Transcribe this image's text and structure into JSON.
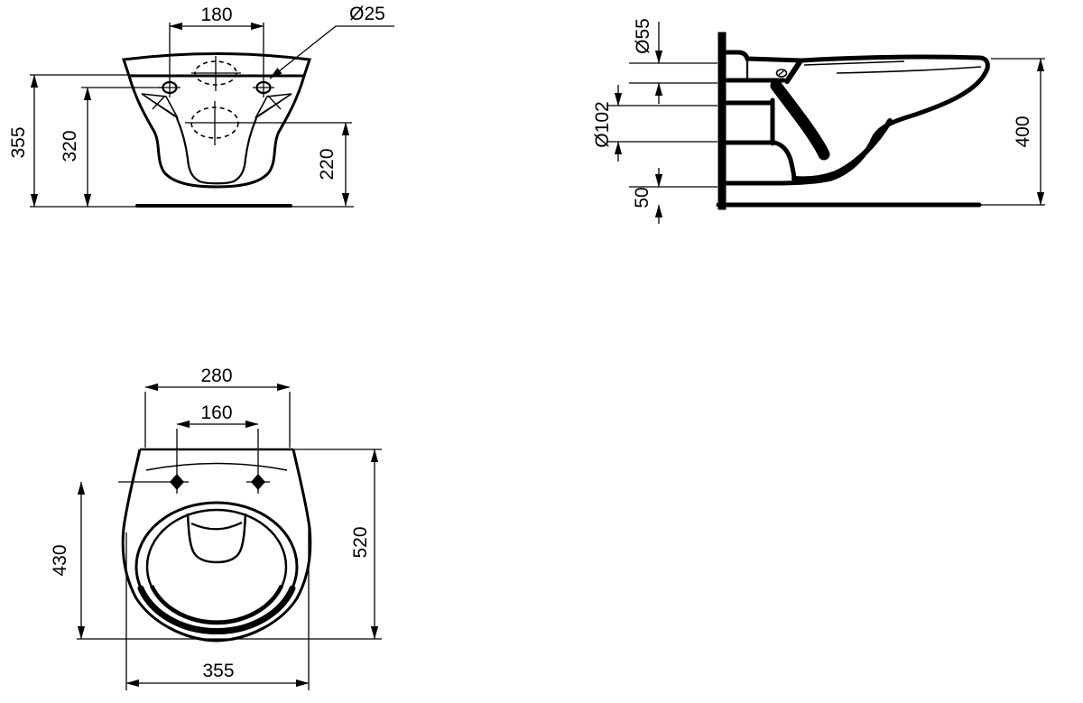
{
  "drawing": {
    "background": "#ffffff",
    "line_color": "#000000",
    "views": {
      "front": {
        "dims": {
          "hole_spacing": "180",
          "hole_diameter": "Ø25",
          "total_height": "355",
          "hole_height": "320",
          "outlet_height": "220"
        }
      },
      "side": {
        "dims": {
          "inlet_diameter": "Ø55",
          "outlet_diameter": "Ø102",
          "bottom_clearance": "50",
          "height": "400"
        }
      },
      "top": {
        "dims": {
          "rear_width": "280",
          "fixing_hole_spacing": "160",
          "hole_to_front": "430",
          "total_depth": "520",
          "bowl_width": "355"
        }
      }
    }
  }
}
